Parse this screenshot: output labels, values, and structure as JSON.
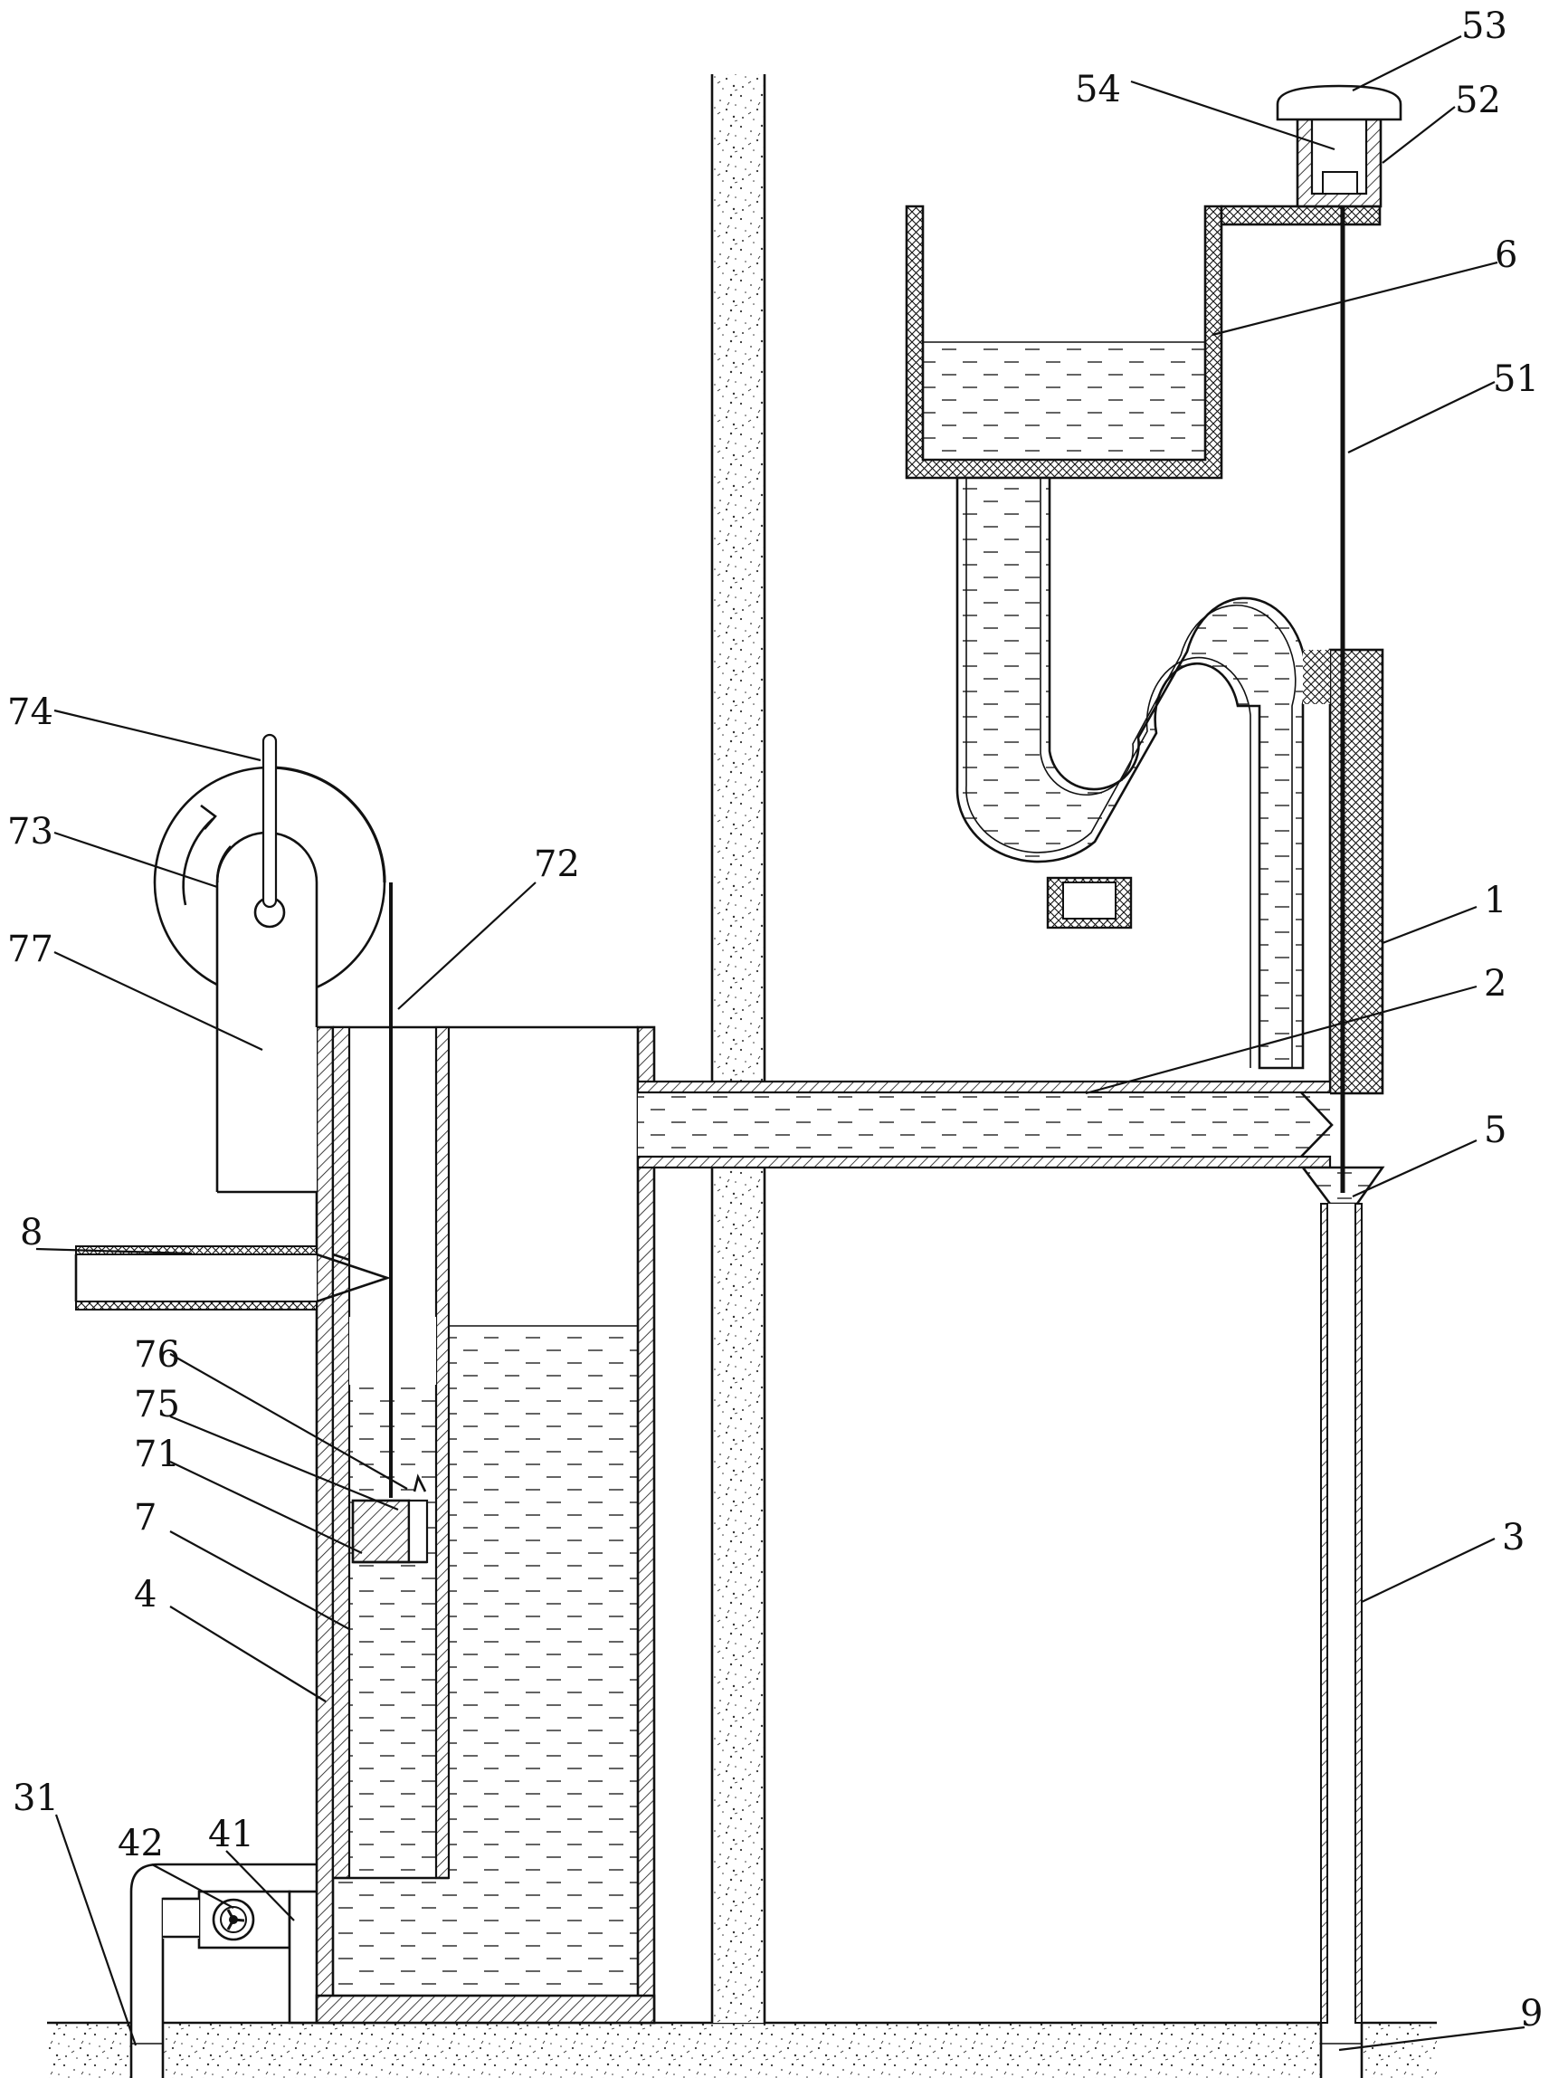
{
  "labels": {
    "l1": "1",
    "l2": "2",
    "l3": "3",
    "l31": "31",
    "l4": "4",
    "l41": "41",
    "l42": "42",
    "l5": "5",
    "l51": "51",
    "l52": "52",
    "l53": "53",
    "l54": "54",
    "l6": "6",
    "l7": "7",
    "l71": "71",
    "l72": "72",
    "l73": "73",
    "l74": "74",
    "l75": "75",
    "l76": "76",
    "l77": "77",
    "l8": "8",
    "l9": "9"
  },
  "colors": {
    "line": "#111111",
    "background": "#ffffff"
  }
}
